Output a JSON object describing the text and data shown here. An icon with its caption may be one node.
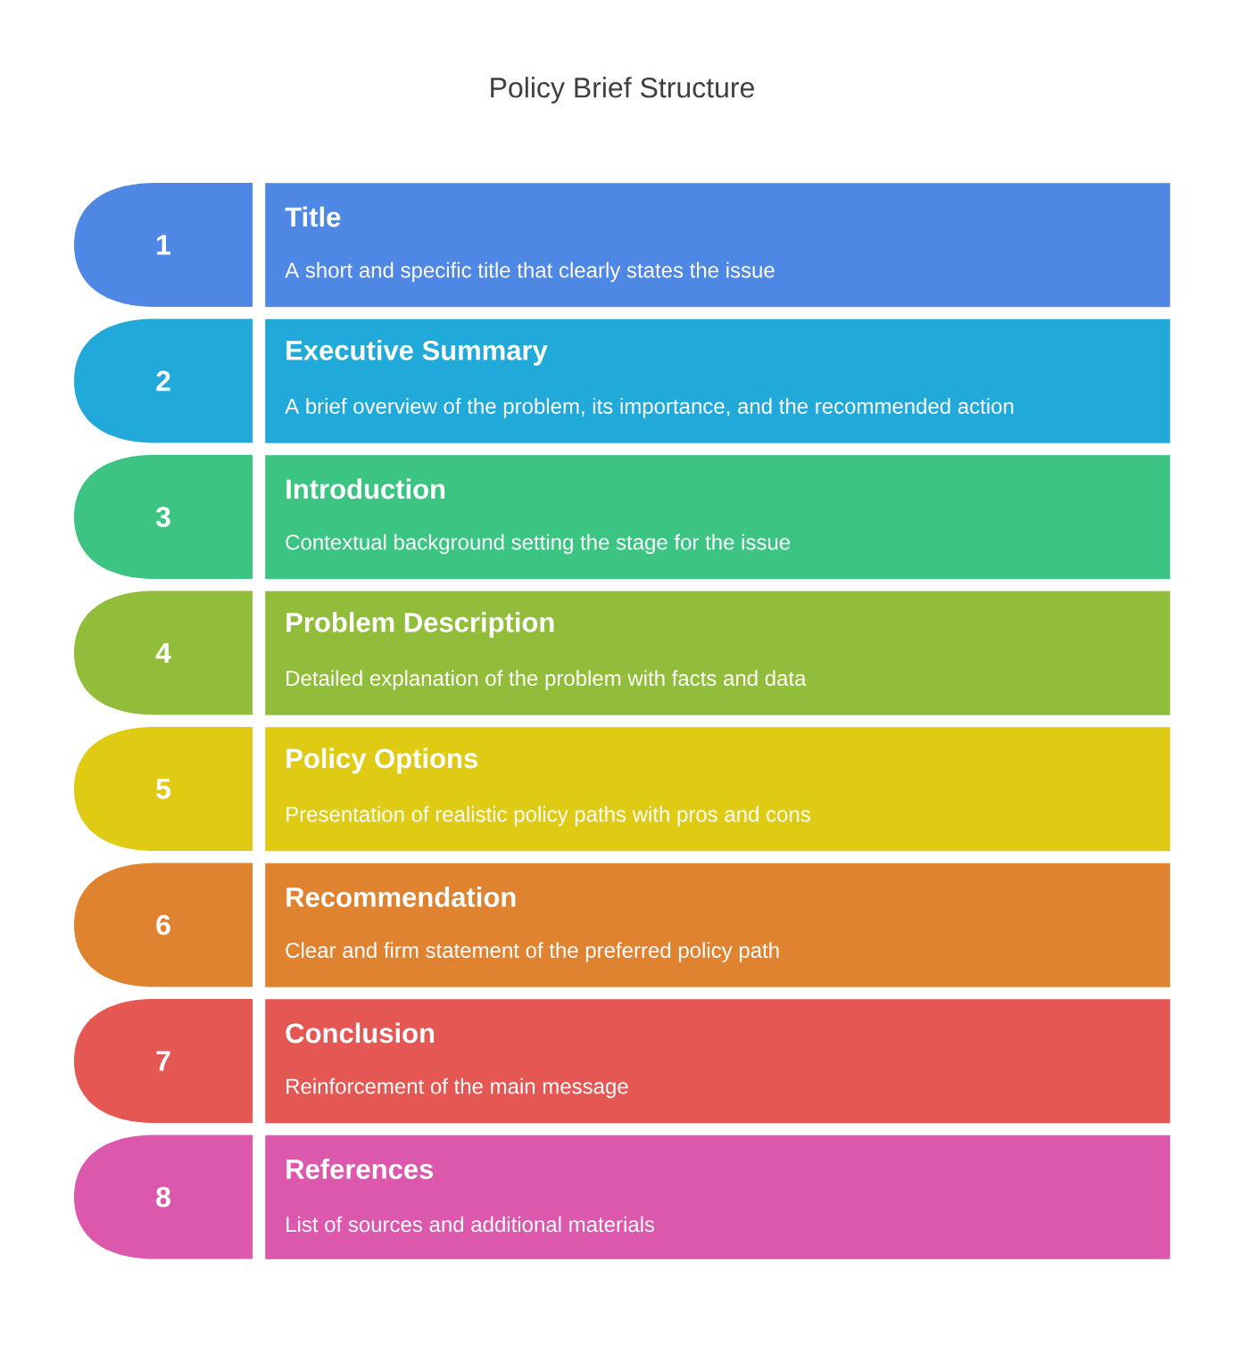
{
  "diagram": {
    "title": "Policy Brief Structure",
    "nodes": [
      {
        "text": [
          "1"
        ]
      },
      {
        "text": [
          "Title",
          "A short and specific title that clearly states the issue"
        ]
      },
      {
        "text": [
          "2"
        ]
      },
      {
        "text": [
          "Executive Summary",
          "A brief overview of the problem, its importance, and the recommended action"
        ]
      },
      {
        "text": [
          "3"
        ]
      },
      {
        "text": [
          "Introduction",
          "Contextual background setting the stage for the issue"
        ]
      },
      {
        "text": [
          "4"
        ]
      },
      {
        "text": [
          "Problem Description",
          "Detailed explanation of the problem with facts and data"
        ]
      },
      {
        "text": [
          "5"
        ]
      },
      {
        "text": [
          "Policy Options",
          "Presentation of realistic policy paths with pros and cons"
        ]
      },
      {
        "text": [
          "6"
        ]
      },
      {
        "text": [
          "Recommendation",
          "Clear and firm statement of the preferred policy path"
        ]
      },
      {
        "text": [
          "7"
        ]
      },
      {
        "text": [
          "Conclusion",
          "Reinforcement of the main message"
        ]
      },
      {
        "text": [
          "8"
        ]
      },
      {
        "text": [
          "References",
          "List of sources and additional materials"
        ]
      }
    ]
  }
}
